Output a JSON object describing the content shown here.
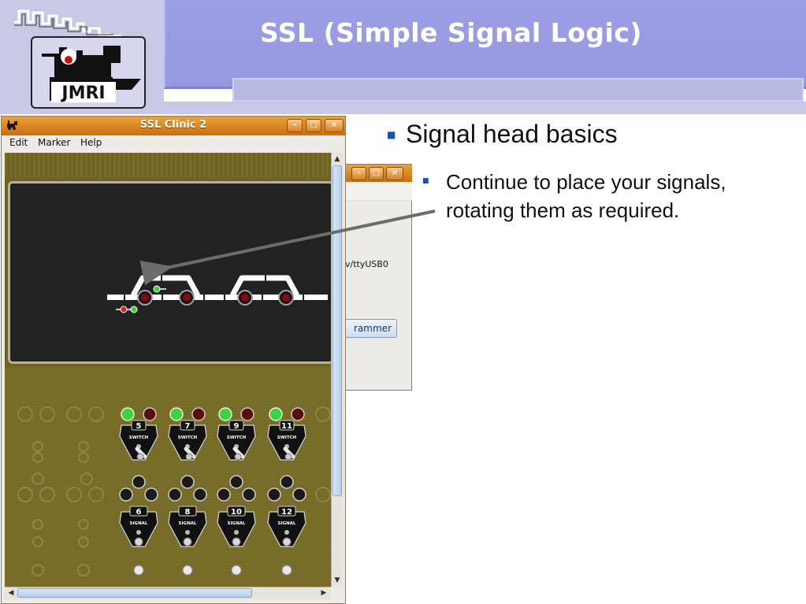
{
  "slide": {
    "title": "SSL (Simple Signal Logic)",
    "bullets": [
      {
        "level": 1,
        "text": "Signal head basics"
      },
      {
        "level": 2,
        "text": "Continue to place your signals, rotating them as required."
      }
    ],
    "logo_text": "JMRI"
  },
  "main_window": {
    "title": "SSL Clinic 2",
    "menu": [
      "Edit",
      "Marker",
      "Help"
    ],
    "controls": {
      "minimize": "–",
      "maximize": "□",
      "close": "×"
    },
    "control_panel": {
      "switch_label": "SWITCH",
      "signal_label": "SIGNAL",
      "switch_levers": [
        "5",
        "7",
        "9",
        "11"
      ],
      "signal_levers": [
        "6",
        "8",
        "10",
        "12"
      ]
    }
  },
  "back_window": {
    "port_text": "v/ttyUSB0",
    "button_text": "rammer"
  },
  "colors": {
    "title_bar": "#9799df",
    "window_title": "#d97f1d",
    "signal_green": "#3fd23f",
    "signal_red": "#e02020",
    "bullet": "#1a4fb8"
  }
}
